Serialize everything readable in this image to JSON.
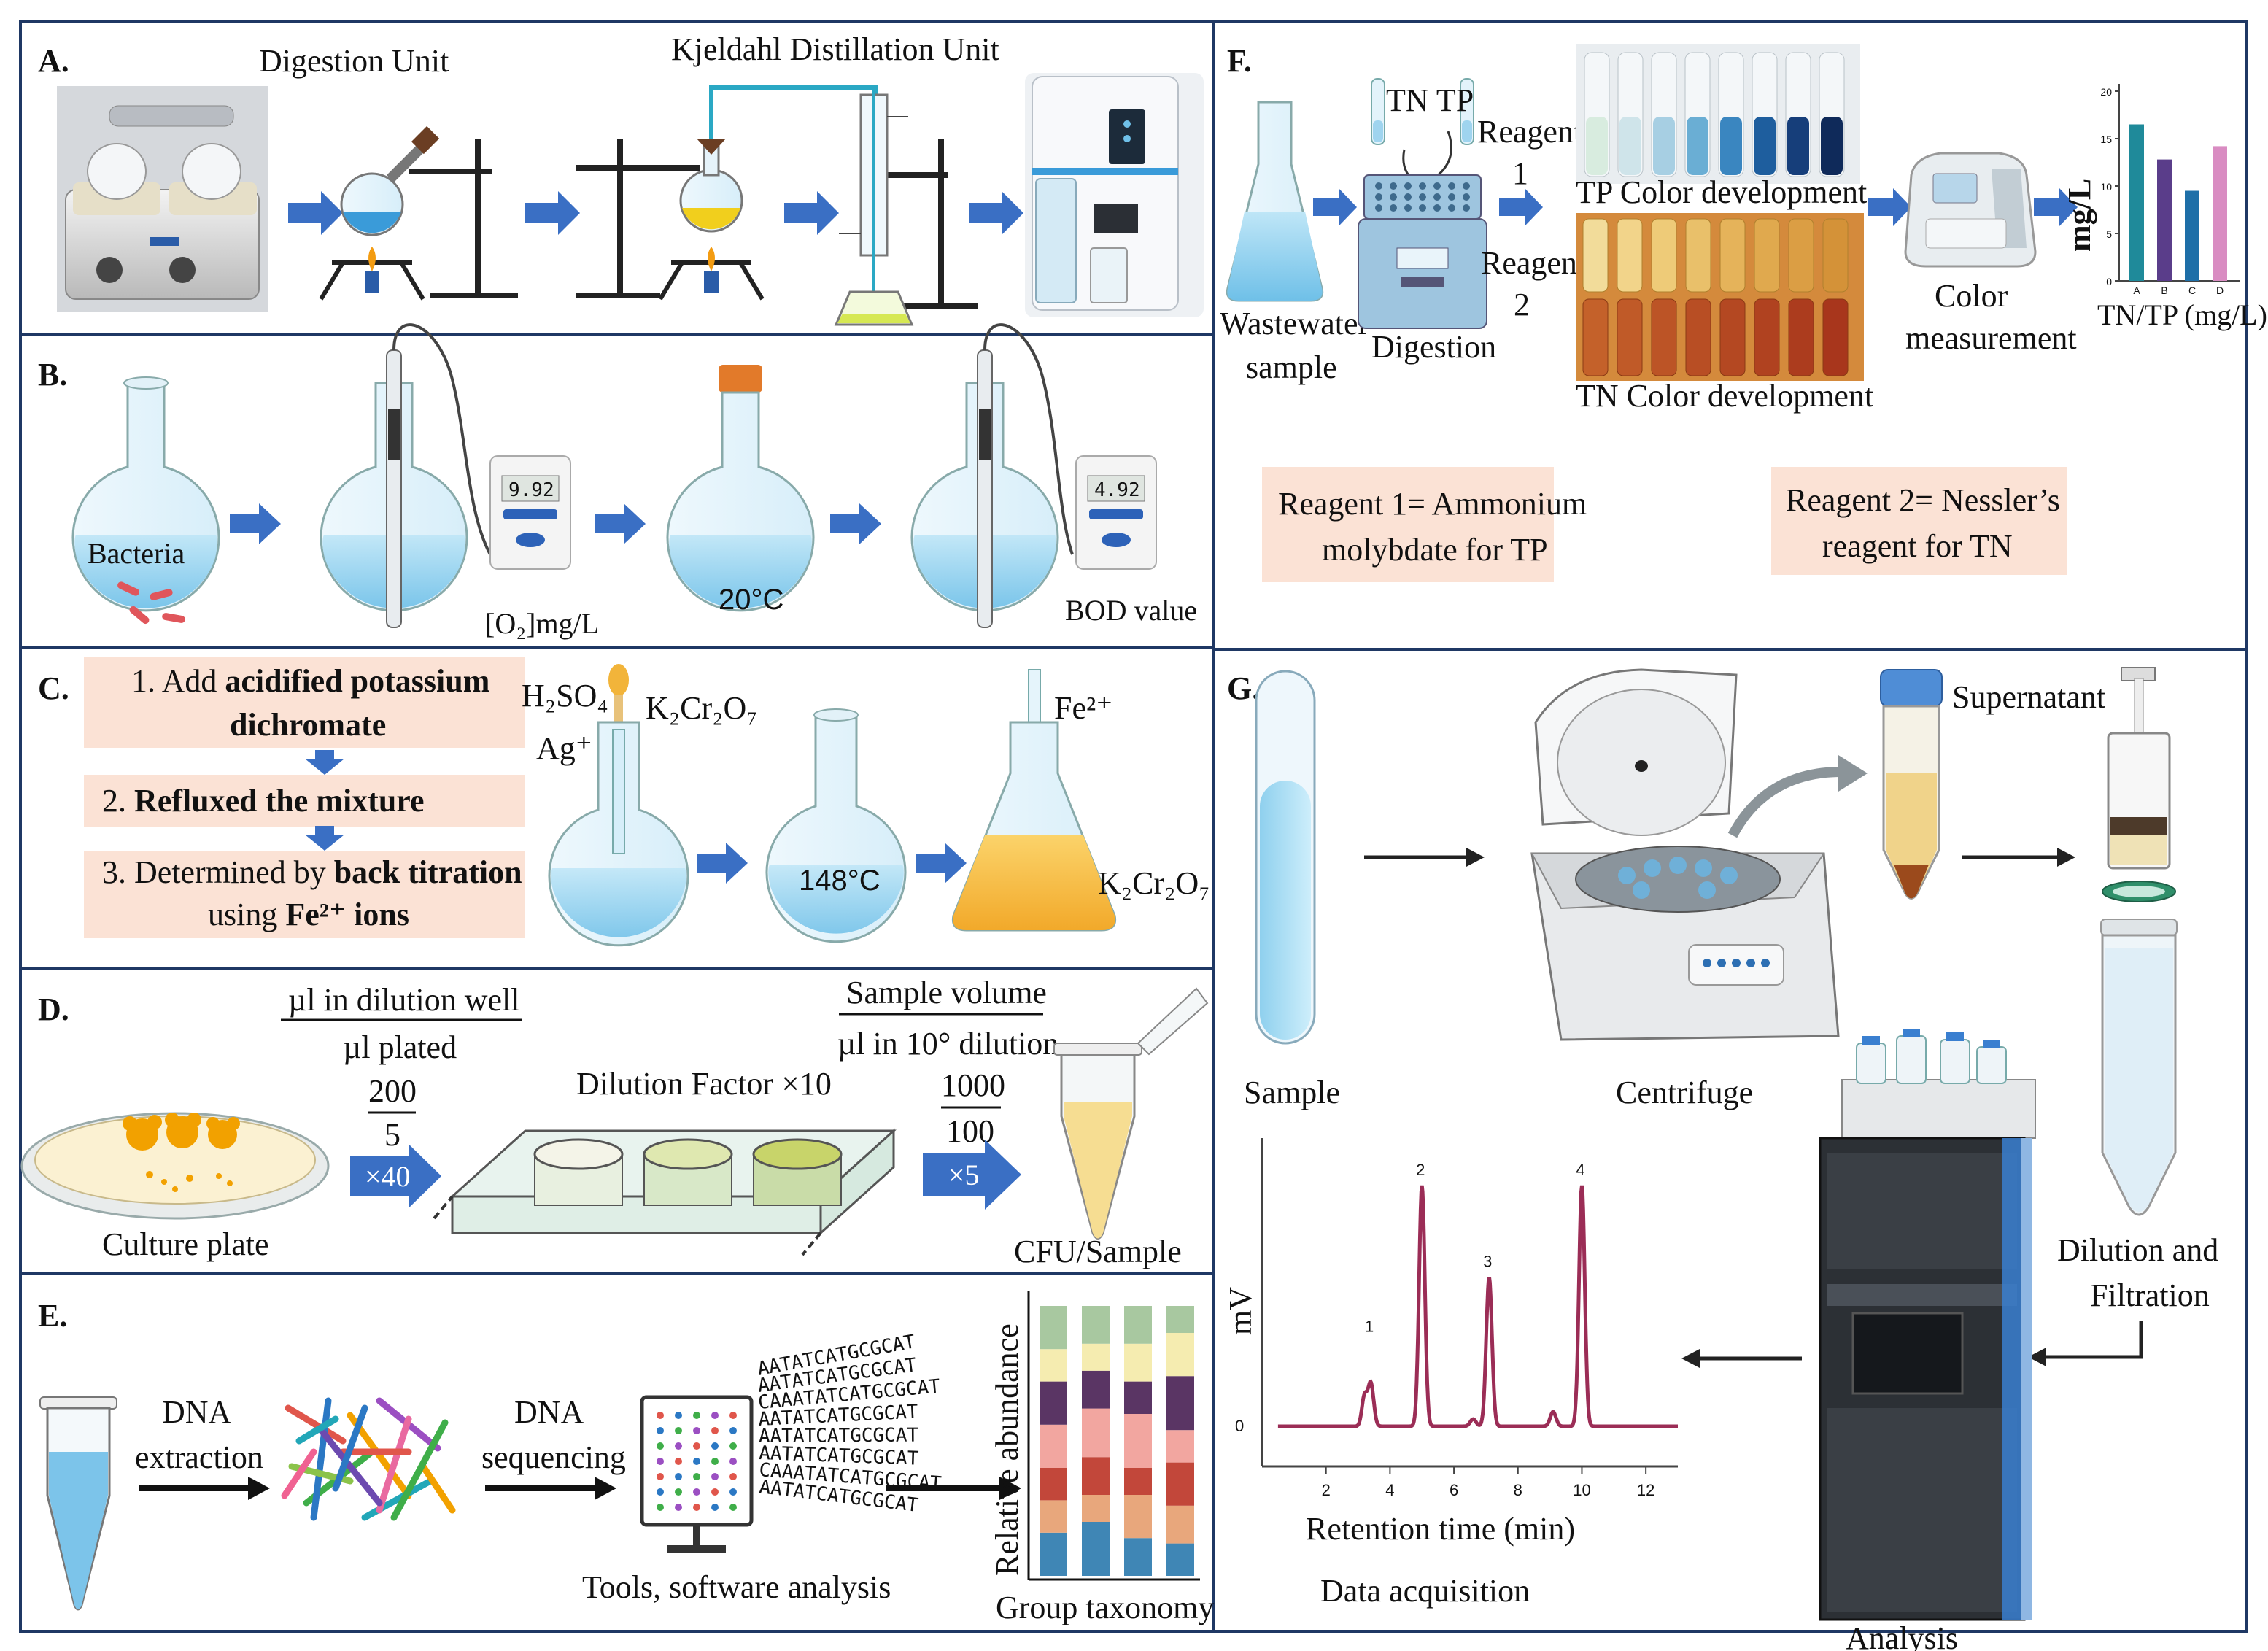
{
  "panels": {
    "a": {
      "letter": "A.",
      "digestion_unit": "Digestion Unit",
      "distillation_unit": "Kjeldahl Distillation Unit"
    },
    "b": {
      "letter": "B.",
      "bacteria": "Bacteria",
      "meter1": "9.92",
      "o2_label": "[O₂]mg/L",
      "temp": "20°C",
      "meter2": "4.92",
      "bod": "BOD value"
    },
    "c": {
      "letter": "C.",
      "step1_plain": "1. Add ",
      "step1_bold_a": "acidified potassium",
      "step1_bold_b": "dichromate",
      "step2_plain": "2. ",
      "step2_bold": "Refluxed the mixture",
      "step3_plain": "3. Determined by ",
      "step3_bold": "back titration",
      "step3_line2_plain": "using ",
      "step3_line2_bold": "Fe²⁺ ions",
      "h2so4": "H₂SO₄",
      "k2cr2o7": "K₂Cr₂O₇",
      "ag": "Ag⁺",
      "temp": "148°C",
      "fe": "Fe²⁺",
      "k2cr2o7_right": "K₂Cr₂O₇"
    },
    "d": {
      "letter": "D.",
      "frac1_top": "µl in dilution well",
      "frac1_bottom": "µl plated",
      "frac2_top": "200",
      "frac2_bottom": "5",
      "arrow1": "×40",
      "dilution_factor": "Dilution Factor ×10",
      "frac3_top": "Sample volume",
      "frac3_bottom": "µl in 10° dilution",
      "frac4_top": "1000",
      "frac4_bottom": "100",
      "arrow2": "×5",
      "culture_plate": "Culture plate",
      "cfu": "CFU/Sample"
    },
    "e": {
      "letter": "E.",
      "dna_extraction_1": "DNA",
      "dna_extraction_2": "extraction",
      "dna_sequencing_1": "DNA",
      "dna_sequencing_2": "sequencing",
      "tools": "Tools, software analysis",
      "rel_abundance": "Relative abundance",
      "group_taxonomy": "Group taxonomy",
      "sequences": [
        "AATATCATGCGCAT",
        "AATATCATGCGCAT",
        "CAAATATCATGCGCAT",
        "AATATCATGCGCAT",
        "AATATCATGCGCAT",
        "AATATCATGCGCAT",
        "CAAATATCATGCGCAT",
        "AATATCATGCGCAT"
      ]
    },
    "f": {
      "letter": "F.",
      "tn_tp": "TN TP",
      "reagent1_a": "Reagent",
      "reagent1_b": "1",
      "reagent2_a": "Reagent",
      "reagent2_b": "2",
      "tp_color": "TP Color development",
      "tn_color": "TN Color development",
      "wastewater_a": "Wastewater",
      "wastewater_b": "sample",
      "digestion": "Digestion",
      "color_meas_a": "Color",
      "color_meas_b": "measurement",
      "mini_ylabel": "mg/L",
      "mini_xlabel": "TN/TP (mg/L)",
      "mini_categories": [
        "A",
        "B",
        "C",
        "D"
      ],
      "mini_values": [
        16.5,
        12.8,
        9.5,
        14.2
      ],
      "mini_colors": [
        "#1f8a9a",
        "#5a3d8a",
        "#1e6fa8",
        "#d98cc2"
      ],
      "reagent1_box_a": "Reagent 1= Ammonium",
      "reagent1_box_b": "molybdate for TP",
      "reagent2_box_a": "Reagent 2= Nessler’s",
      "reagent2_box_b": "reagent for TN"
    },
    "g": {
      "letter": "G.",
      "sample": "Sample",
      "centrifuge": "Centrifuge",
      "supernatant": "Supernatant",
      "dilution_a": "Dilution and",
      "dilution_b": "Filtration",
      "data_acquisition": "Data acquisition",
      "analysis": "Analysis",
      "ylabel": "mV",
      "xlabel": "Retention time (min)",
      "y_zero": "0"
    }
  },
  "chart_data": {
    "type": "line",
    "xlabel": "Retention time (min)",
    "ylabel": "mV",
    "x_ticks": [
      2,
      4,
      6,
      8,
      10,
      12
    ],
    "xlim": [
      0,
      13
    ],
    "peaks": [
      {
        "label": "1",
        "x": 3.4,
        "height": 0.18
      },
      {
        "label": "2",
        "x": 5.0,
        "height": 1.0
      },
      {
        "label": "3",
        "x": 7.1,
        "height": 0.62
      },
      {
        "label": "4",
        "x": 10.0,
        "height": 1.0
      }
    ],
    "minor_bumps": [
      {
        "x": 6.6,
        "height": 0.03
      },
      {
        "x": 9.1,
        "height": 0.06
      }
    ],
    "series_color": "#9b2d56"
  }
}
